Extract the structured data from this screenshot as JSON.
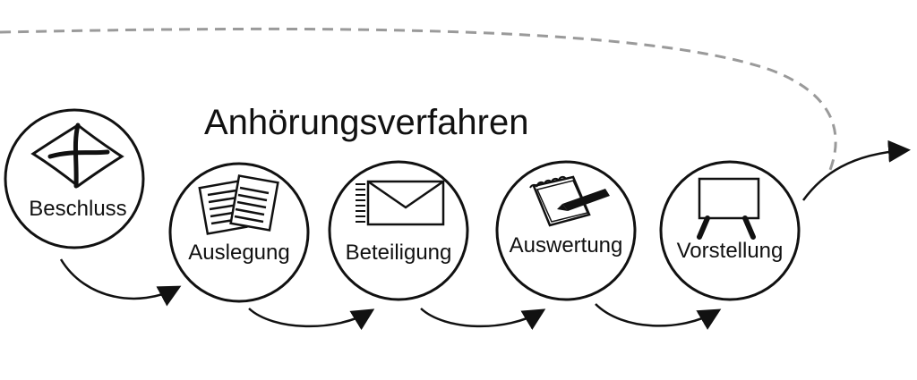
{
  "title": "Anhörungsverfahren",
  "steps": [
    {
      "label": "Beschluss",
      "icon": "decision-cross-icon"
    },
    {
      "label": "Auslegung",
      "icon": "documents-icon"
    },
    {
      "label": "Beteiligung",
      "icon": "envelope-icon"
    },
    {
      "label": "Auswertung",
      "icon": "notepad-pen-icon"
    },
    {
      "label": "Vorstellung",
      "icon": "presentation-board-icon"
    }
  ],
  "colors": {
    "stroke": "#111111",
    "dashed": "#9a9a9a",
    "background": "#ffffff"
  }
}
